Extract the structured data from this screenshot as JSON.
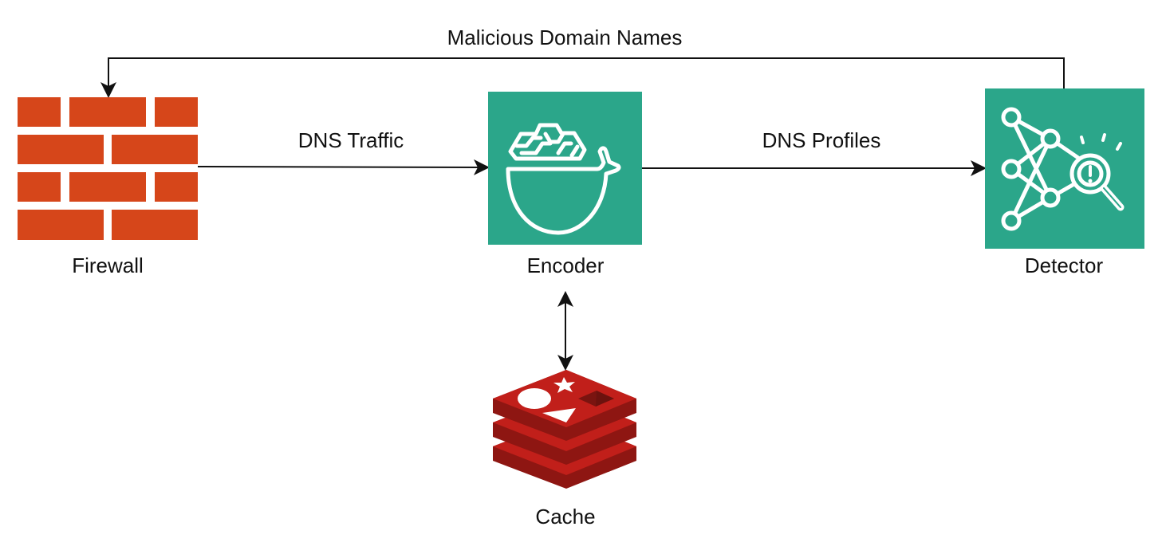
{
  "diagram": {
    "type": "architecture-flow",
    "colors": {
      "firewall": "#D6461A",
      "service_box": "#2BA68A",
      "icon_stroke": "#FFFFFF",
      "redis_top": "#C11F1A",
      "redis_side": "#8E1612",
      "redis_dark": "#7A1410",
      "edge": "#111111",
      "text": "#111111"
    },
    "nodes": [
      {
        "id": "firewall",
        "label": "Firewall",
        "icon": "brick-wall-icon"
      },
      {
        "id": "encoder",
        "label": "Encoder",
        "icon": "docker-whale-icon"
      },
      {
        "id": "detector",
        "label": "Detector",
        "icon": "anomaly-detection-network-icon"
      },
      {
        "id": "cache",
        "label": "Cache",
        "icon": "redis-stack-icon"
      }
    ],
    "edges": [
      {
        "from": "firewall",
        "to": "encoder",
        "label": "DNS Traffic",
        "direction": "forward"
      },
      {
        "from": "encoder",
        "to": "detector",
        "label": "DNS Profiles",
        "direction": "forward"
      },
      {
        "from": "detector",
        "to": "firewall",
        "label": "Malicious Domain Names",
        "direction": "forward"
      },
      {
        "from": "encoder",
        "to": "cache",
        "label": "",
        "direction": "bidirectional"
      }
    ]
  }
}
